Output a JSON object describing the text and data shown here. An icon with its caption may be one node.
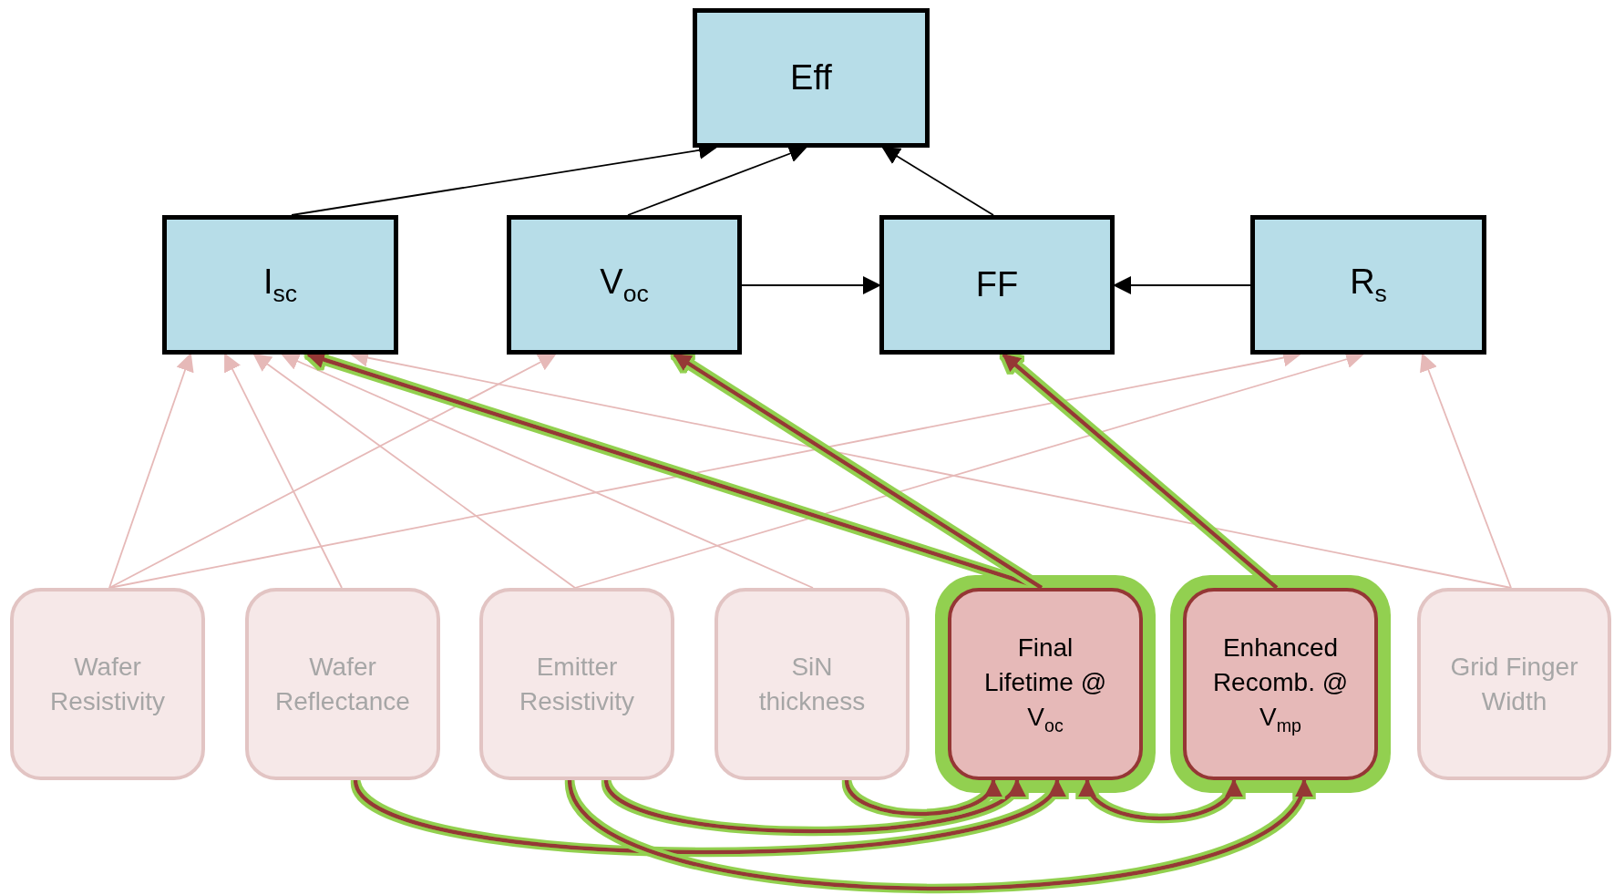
{
  "diagram": {
    "nodes": [
      {
        "text": [
          "Eff"
        ]
      },
      {
        "text": [
          "I$_{sc}$"
        ]
      },
      {
        "text": [
          "V$_{oc}$"
        ]
      },
      {
        "text": [
          "FF"
        ]
      },
      {
        "text": [
          "R$_{s}$"
        ]
      },
      {
        "text": [
          "Wafer Resistivity"
        ]
      },
      {
        "text": [
          "Wafer Reflectance"
        ]
      },
      {
        "text": [
          "Emitter Resistivity"
        ]
      },
      {
        "text": [
          "SiN thickness"
        ]
      },
      {
        "text": [
          "Final Lifetime @ V$_{oc}$"
        ]
      },
      {
        "text": [
          "Enhanced Recomb. @ V$_{mp}$"
        ]
      },
      {
        "text": [
          "Grid Finger Width"
        ]
      }
    ],
    "edges": [
      {
        "from": 1,
        "to": 0,
        "arrow": "to",
        "color": "#000000"
      },
      {
        "from": 2,
        "to": 0,
        "arrow": "to",
        "color": "#000000"
      },
      {
        "from": 3,
        "to": 0,
        "arrow": "to",
        "color": "#000000"
      },
      {
        "from": 2,
        "to": 3,
        "arrow": "to",
        "color": "#000000"
      },
      {
        "from": 4,
        "to": 3,
        "arrow": "to",
        "color": "#000000"
      },
      {
        "from": 5,
        "to": 1,
        "arrow": "to"
      },
      {
        "from": 5,
        "to": 2,
        "arrow": "to"
      },
      {
        "from": 5,
        "to": 4,
        "arrow": "to"
      },
      {
        "from": 6,
        "to": 1,
        "arrow": "to"
      },
      {
        "from": 7,
        "to": 1,
        "arrow": "to"
      },
      {
        "from": 7,
        "to": 4,
        "arrow": "to"
      },
      {
        "from": 8,
        "to": 1,
        "arrow": "to"
      },
      {
        "from": 11,
        "to": 1,
        "arrow": "to"
      },
      {
        "from": 11,
        "to": 4,
        "arrow": "to"
      },
      {
        "from": 9,
        "to": 1,
        "arrow": "to",
        "style": "thick",
        "color": "#953735"
      },
      {
        "from": 9,
        "to": 2,
        "arrow": "to",
        "style": "thick",
        "color": "#953735"
      },
      {
        "from": 10,
        "to": 3,
        "arrow": "to",
        "style": "thick",
        "color": "#953735"
      },
      {
        "from": 6,
        "to": 9,
        "arrow": "to",
        "style": "thick",
        "color": "#953735"
      },
      {
        "from": 7,
        "to": 10,
        "arrow": "to",
        "style": "thick",
        "color": "#953735"
      },
      {
        "from": 7,
        "to": 9,
        "arrow": "to",
        "style": "thick",
        "color": "#953735"
      },
      {
        "from": 8,
        "to": 9,
        "arrow": "to",
        "style": "thick",
        "color": "#953735"
      },
      {
        "from": 9,
        "to": 10,
        "arrow": "both",
        "style": "thick",
        "color": "#953735"
      }
    ]
  }
}
